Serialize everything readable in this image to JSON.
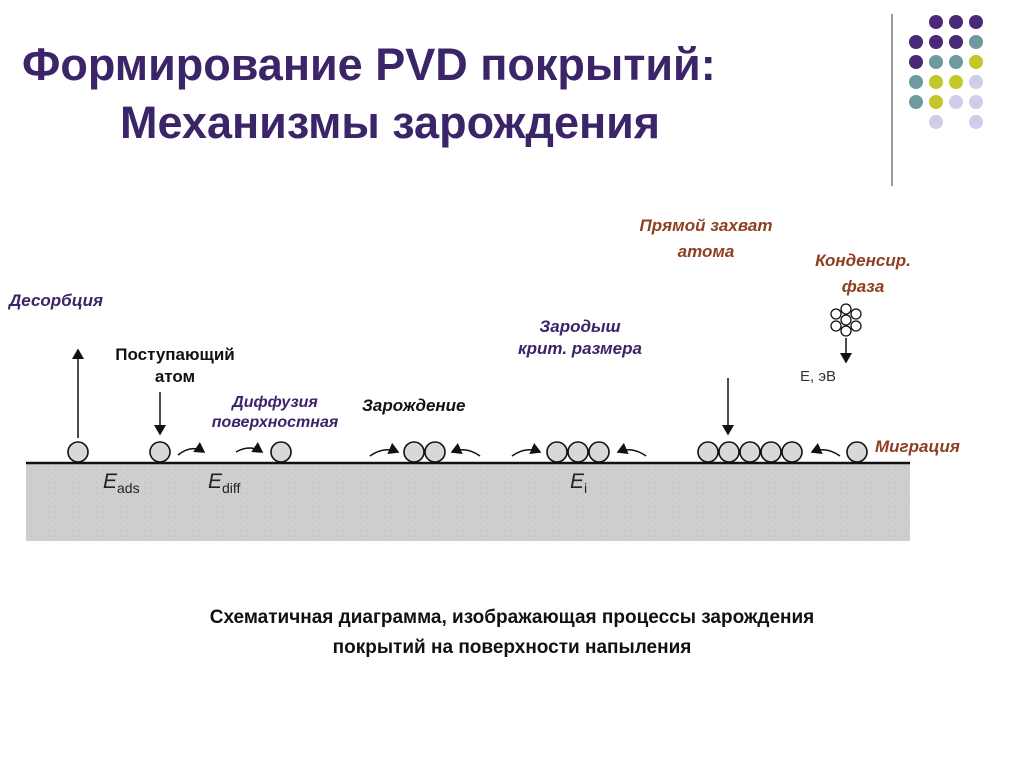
{
  "title": {
    "line1": "Формирование PVD покрытий:",
    "line2": "Механизмы зарождения"
  },
  "decor_colors": {
    "dark_purple": "#4a2a78",
    "teal": "#6f9aa0",
    "yellow_green": "#c2c72a",
    "lavender": "#cfcde8"
  },
  "labels": {
    "desorption": "Десорбция",
    "incoming_atom_1": "Поступающий",
    "incoming_atom_2": "атом",
    "diffusion_1": "Диффузия",
    "diffusion_2": "поверхностная",
    "nucleation": "Зарождение",
    "critical_nucleus_1": "Зародыш",
    "critical_nucleus_2": "крит. размера",
    "direct_capture_1": "Прямой захват",
    "direct_capture_2": "атома",
    "condensed_1": "Конденсир.",
    "condensed_2": "фаза",
    "migration": "Миграция"
  },
  "symbols": {
    "e_ads_main": "E",
    "e_ads_sub": "ads",
    "e_diff_main": "E",
    "e_diff_sub": "diff",
    "e_i_main": "E",
    "e_i_sub": "i",
    "energy_unit": "E, эВ"
  },
  "caption": {
    "line1": "Схематичная диаграмма, изображающая процессы зарождения",
    "line2": "покрытий на поверхности напыления"
  }
}
